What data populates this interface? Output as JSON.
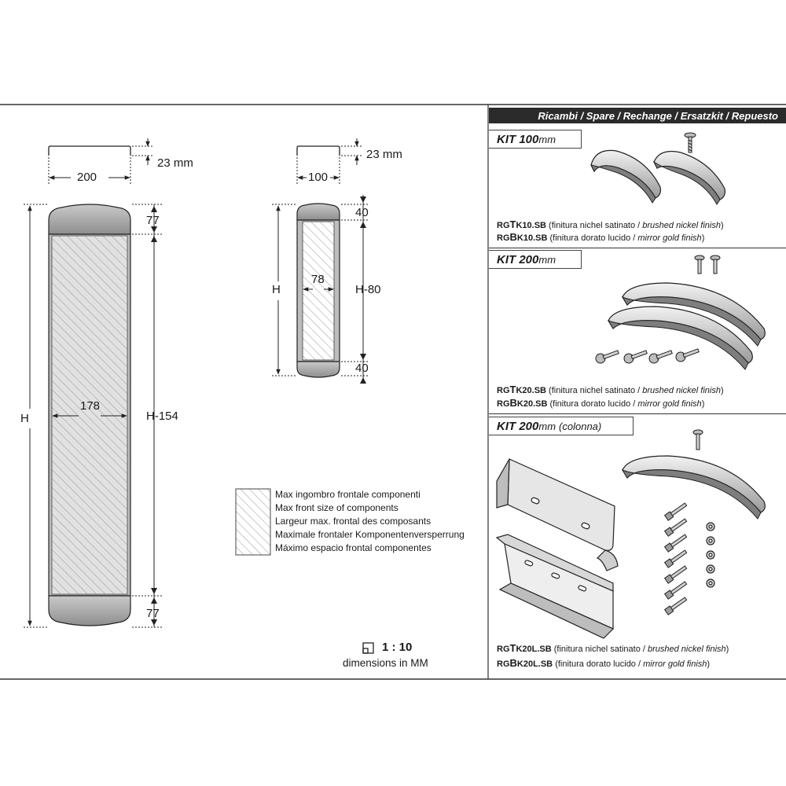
{
  "dims": {
    "a": "23 mm",
    "b": "23 mm",
    "w200": "200",
    "w100": "100",
    "top77": "77",
    "bot77": "77",
    "h_large": "H",
    "h154": "H-154",
    "w178": "178",
    "top40": "40",
    "bot40": "40",
    "h_small": "H",
    "h80": "H-80",
    "w78": "78"
  },
  "legend": {
    "lines": [
      "Max ingombro frontale componenti",
      "Max front size of components",
      "Largeur max. frontal des composants",
      "Maximale frontaler Komponentenversperrung",
      "Máximo espacio frontal componentes"
    ]
  },
  "scale": {
    "ratio": "1 : 10",
    "units": "dimensions in MM"
  },
  "panel": {
    "header": "Ricambi / Spare / Rechange / Ersatzkit / Repuesto",
    "kits": [
      {
        "title": "KIT 100",
        "unit": "mm",
        "extra": "",
        "codes": [
          {
            "prefix": "RG",
            "letter": "T",
            "model": "K10.SB",
            "finish_it": "(finitura nichel satinato / ",
            "finish_en": "brushed nickel finish",
            "close": ")"
          },
          {
            "prefix": "RG",
            "letter": "B",
            "model": "K10.SB",
            "finish_it": "(finitura dorato lucido / ",
            "finish_en": "mirror gold finish",
            "close": ")"
          }
        ]
      },
      {
        "title": "KIT 200",
        "unit": "mm",
        "extra": "",
        "codes": [
          {
            "prefix": "RG",
            "letter": "T",
            "model": "K20.SB",
            "finish_it": "(finitura nichel satinato / ",
            "finish_en": "brushed nickel finish",
            "close": ")"
          },
          {
            "prefix": "RG",
            "letter": "B",
            "model": "K20.SB",
            "finish_it": "(finitura dorato lucido / ",
            "finish_en": "mirror gold finish",
            "close": ")"
          }
        ]
      },
      {
        "title": "KIT 200",
        "unit": "mm",
        "extra": "(colonna)",
        "codes": [
          {
            "prefix": "RG",
            "letter": "T",
            "model": "K20L.SB",
            "finish_it": "(finitura nichel satinato / ",
            "finish_en": "brushed nickel finish",
            "close": ")"
          },
          {
            "prefix": "RG",
            "letter": "B",
            "model": "K20L.SB",
            "finish_it": "(finitura dorato lucido / ",
            "finish_en": "mirror gold finish",
            "close": ")"
          }
        ]
      }
    ]
  },
  "colors": {
    "header_bg": "#2b2b2b",
    "cap_fill": "#a8a8a8",
    "hatch": "#9a9a9a",
    "line": "#222222"
  }
}
